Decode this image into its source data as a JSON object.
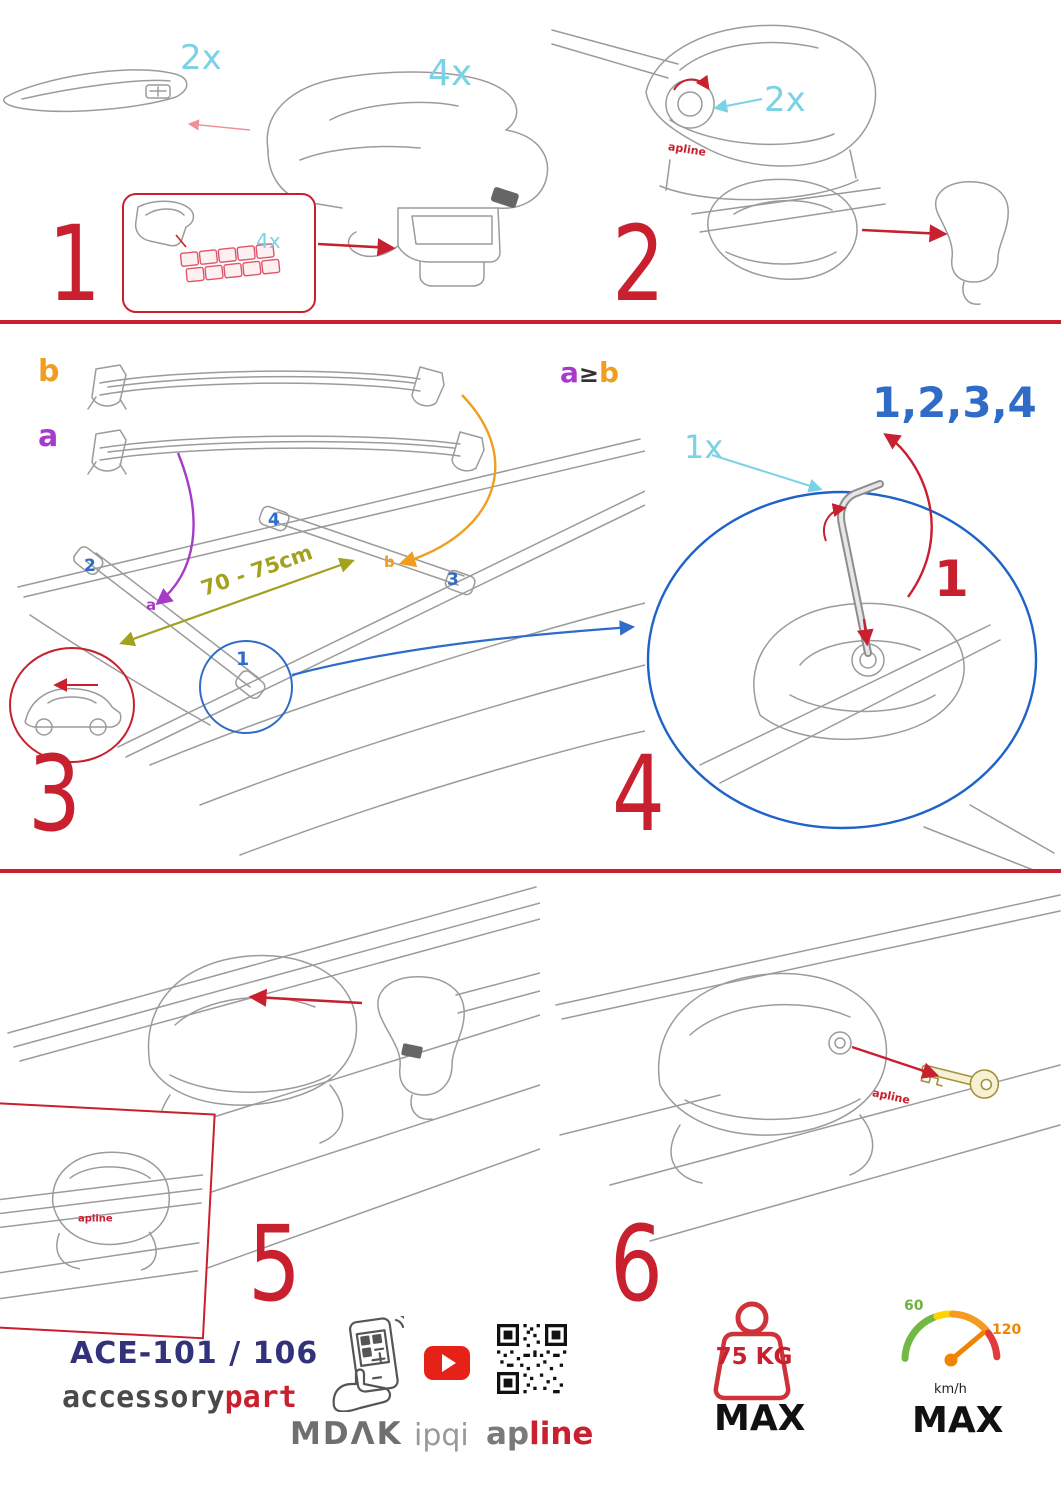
{
  "brand_small": "apline",
  "steps": {
    "one": {
      "num": "1",
      "bar_qty": "2x",
      "foot_qty": "4x",
      "pad_qty": "4x"
    },
    "two": {
      "num": "2",
      "knob_qty": "2x"
    },
    "three": {
      "num": "3",
      "bar_b": "b",
      "bar_a": "a",
      "rule_a": "a",
      "rule_gte": "≥",
      "rule_b": "b",
      "span": "70 - 75cm",
      "p1": "1",
      "p2": "2",
      "p3": "3",
      "p4": "4",
      "pa": "a",
      "pb": "b"
    },
    "four": {
      "num": "4",
      "order": "1,2,3,4",
      "tool_qty": "1x",
      "first": "1"
    },
    "five": {
      "num": "5"
    },
    "six": {
      "num": "6"
    }
  },
  "footer": {
    "model": "ACE-101 / 106",
    "brand_left": "accessory",
    "brand_right": "part",
    "mdak": "MDΛK",
    "ipqi": "ipqi",
    "apline_left": "ap",
    "apline_right": "line",
    "weight_value": "75 KG",
    "weight_max": "MAX",
    "speed_low": "60",
    "speed_high": "120",
    "speed_unit": "km/h",
    "speed_max": "MAX"
  },
  "colors": {
    "red": "#c8202e",
    "cyan": "#7ad2e4",
    "orange": "#f09e1f",
    "purple": "#a73bc9",
    "blue": "#2f6cc8",
    "olive": "#a3a11f",
    "navy": "#32327a"
  }
}
